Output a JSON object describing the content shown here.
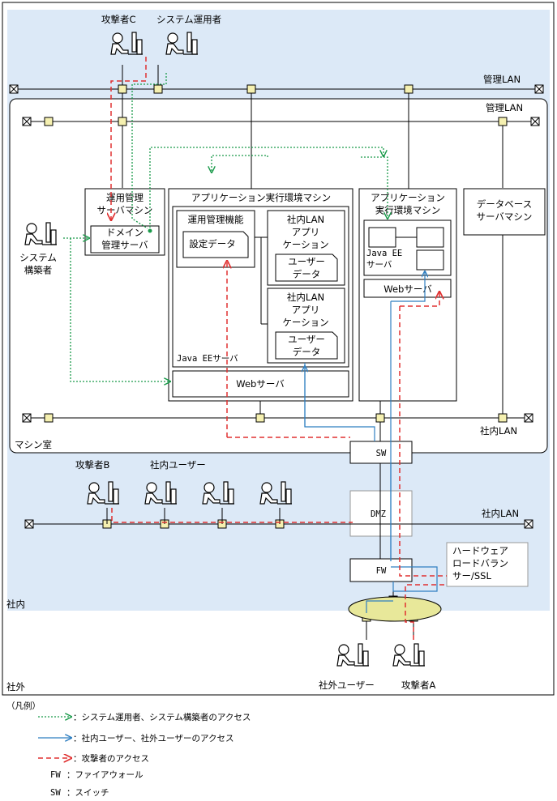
{
  "zones": {
    "outside": "社外",
    "company": "社内",
    "machine_room": "マシン室",
    "dmz": "DMZ"
  },
  "networks": {
    "mgmt_lan_outer": "管理LAN",
    "mgmt_lan_inner": "管理LAN",
    "corp_lan_room": "社内LAN",
    "corp_lan_main": "社内LAN"
  },
  "actors": {
    "attacker_c": "攻撃者C",
    "sys_operator": "システム運用者",
    "sys_builder": "システム\n構築者",
    "attacker_b": "攻撃者B",
    "corp_users": "社内ユーザー",
    "external_user": "社外ユーザー",
    "attacker_a": "攻撃者A"
  },
  "boxes": {
    "ops_machine": "運用管理\nサーバマシン",
    "domain_server": "ドメイン\n管理サーバ",
    "app_machine_1": "アプリケーション実行環境マシン",
    "ops_function": "運用管理機能",
    "settings_data": "設定データ",
    "corp_app_1": "社内LAN\nアプリ\nケーション",
    "user_data_1": "ユーザー\nデータ",
    "corp_app_2": "社内LAN\nアプリ\nケーション",
    "user_data_2": "ユーザー\nデータ",
    "javaee_1": "Java EEサーバ",
    "web_1": "Webサーバ",
    "app_machine_2": "アプリケーション\n実行環境マシン",
    "javaee_2": "Java EE\nサーバ",
    "web_2": "Webサーバ",
    "db_machine": "データベース\nサーバマシン",
    "sw": "SW",
    "fw": "FW",
    "load_balancer": "ハードウェア\nロードバラン\nサー/SSL"
  },
  "legend": {
    "title": "（凡例）",
    "items": [
      {
        "style": "dotted-green",
        "label": "：システム運用者、システム構築者のアクセス"
      },
      {
        "style": "solid-blue",
        "label": "：社内ユーザー、社外ユーザーのアクセス"
      },
      {
        "style": "dashed-red",
        "label": "：攻撃者のアクセス"
      }
    ],
    "abbreviations": [
      {
        "abbr": "FW",
        "desc": "：ファイアウォール"
      },
      {
        "abbr": "SW",
        "desc": "：スイッチ"
      }
    ]
  },
  "colors": {
    "company_zone_fill": "#dce9f7",
    "green_access": "#1a9a4a",
    "blue_access": "#2f7fc1",
    "red_access": "#e03030",
    "node_fill": "#f5f0b0",
    "router_fill": "#e8e89a"
  },
  "icons": [
    "person-at-pc-icon",
    "network-terminator-icon",
    "lan-node-icon",
    "router-icon"
  ]
}
